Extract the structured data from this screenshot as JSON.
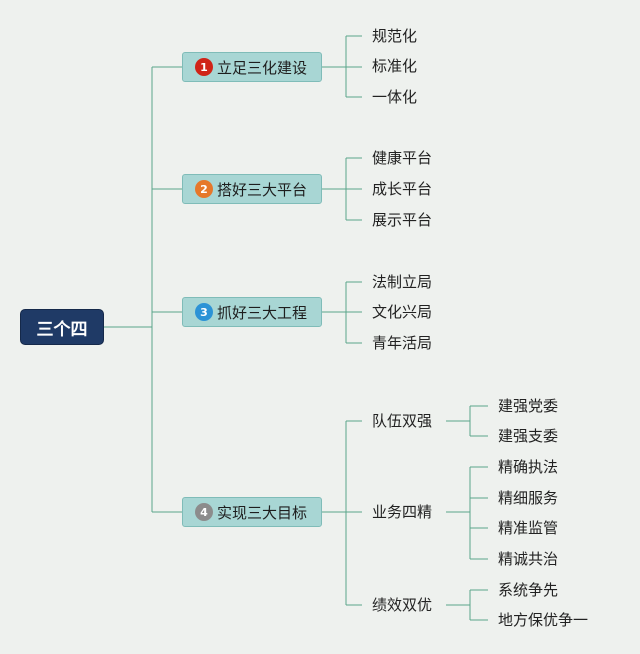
{
  "root": {
    "label": "三个四"
  },
  "branches": [
    {
      "label": "立足三化建设",
      "number": "1",
      "color": "#d02418",
      "children": [
        "规范化",
        "标准化",
        "一体化"
      ]
    },
    {
      "label": "搭好三大平台",
      "number": "2",
      "color": "#e6782a",
      "children": [
        "健康平台",
        "成长平台",
        "展示平台"
      ]
    },
    {
      "label": "抓好三大工程",
      "number": "3",
      "color": "#2c93d6",
      "children": [
        "法制立局",
        "文化兴局",
        "青年活局"
      ]
    },
    {
      "label": "实现三大目标",
      "number": "4",
      "color": "#8c8c8c",
      "subgroups": [
        {
          "label": "队伍双强",
          "children": [
            "建强党委",
            "建强支委"
          ]
        },
        {
          "label": "业务四精",
          "children": [
            "精确执法",
            "精细服务",
            "精准监管",
            "精诚共治"
          ]
        },
        {
          "label": "绩效双优",
          "children": [
            "系统争先",
            "地方保优争一"
          ]
        }
      ]
    }
  ],
  "line_color": "#5aa58a"
}
